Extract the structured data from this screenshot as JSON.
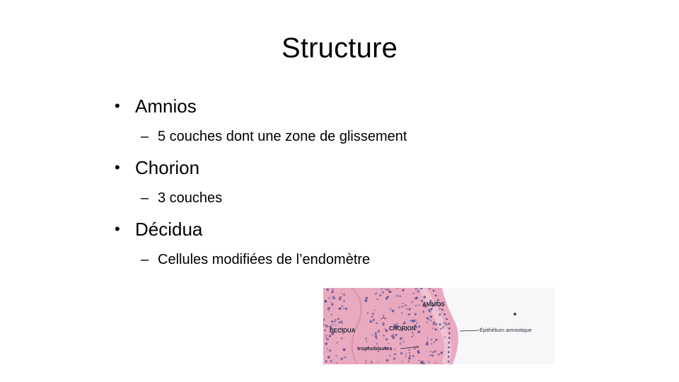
{
  "slide": {
    "title": "Structure",
    "items": [
      {
        "label": "Amnios",
        "sub": "5 couches dont une zone de glissement"
      },
      {
        "label": "Chorion",
        "sub": "3 couches"
      },
      {
        "label": "Décidua",
        "sub": "Cellules modifiées de l’endomètre"
      }
    ],
    "bullet_glyph": "•",
    "sub_glyph": "–"
  },
  "image": {
    "labels": {
      "amnios": "AMNIOS",
      "chorion": "CHORION",
      "decidua": "DECIDUA",
      "trophoblastes": "trophoblastes",
      "epithelium": "Épithélium amniotique"
    },
    "colors": {
      "tissue_pink": "#e9a9bf",
      "light_pink": "#f4d6e2",
      "nuclei": "#5a4f8e"
    }
  }
}
